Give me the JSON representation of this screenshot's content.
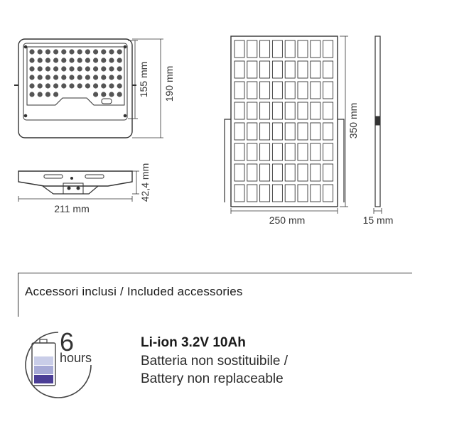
{
  "dimensions": {
    "front_inner_height": "155 mm",
    "front_outer_height": "190 mm",
    "width": "211 mm",
    "depth": "42,4 mm",
    "panel_height": "350 mm",
    "panel_width": "250 mm",
    "panel_thickness": "15 mm"
  },
  "accessories": {
    "title": "Accessori inclusi / Included accessories"
  },
  "battery": {
    "duration_number": "6",
    "duration_unit": "hours",
    "spec_title": "Li-ion 3.2V 10Ah",
    "spec_line_1": "Batteria non sostituibile /",
    "spec_line_2": "Battery non replaceable",
    "level_colors": [
      "#c9cde8",
      "#a7aad6",
      "#4b3e96"
    ]
  }
}
